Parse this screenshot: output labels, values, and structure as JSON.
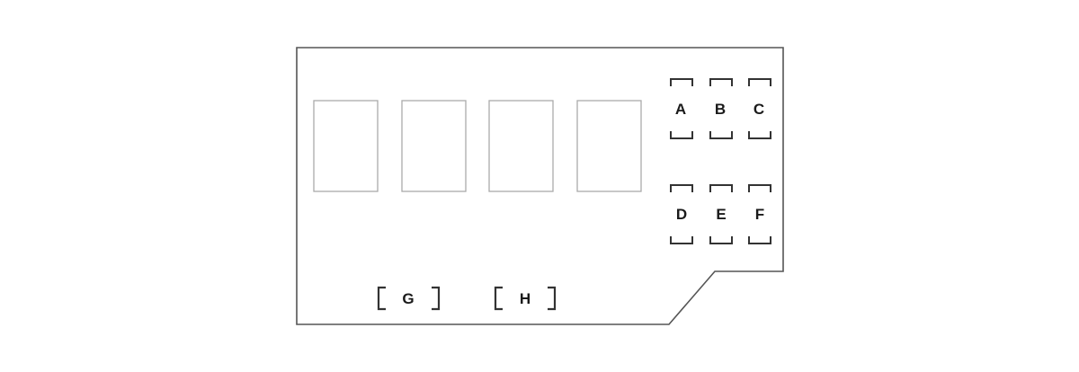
{
  "colors": {
    "outline": "#555555",
    "relay_outline": "#aaaaaa",
    "bracket": "#333333",
    "label": "#1a1a1a",
    "background": "#ffffff"
  },
  "relays": [
    {
      "id": "relay-1"
    },
    {
      "id": "relay-2"
    },
    {
      "id": "relay-3"
    },
    {
      "id": "relay-4"
    }
  ],
  "fuse_slots": [
    {
      "label": "A"
    },
    {
      "label": "B"
    },
    {
      "label": "C"
    },
    {
      "label": "D"
    },
    {
      "label": "E"
    },
    {
      "label": "F"
    }
  ],
  "connectors": [
    {
      "label": "G"
    },
    {
      "label": "H"
    }
  ]
}
